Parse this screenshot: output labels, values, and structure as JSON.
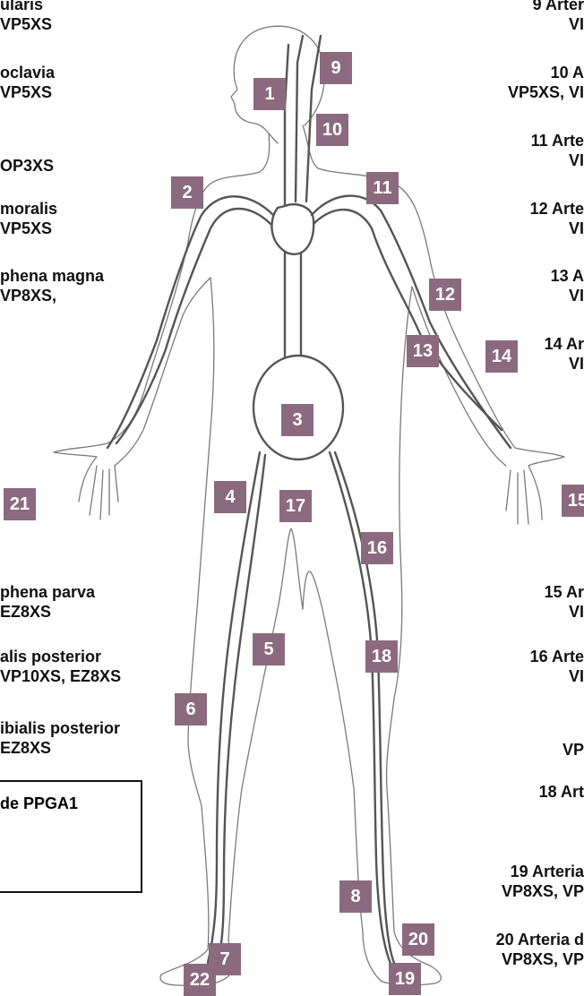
{
  "left_labels": [
    {
      "id": "l1",
      "lines": [
        "ularis",
        "VP5XS"
      ]
    },
    {
      "id": "l2",
      "lines": [
        "oclavia",
        "VP5XS"
      ]
    },
    {
      "id": "l3",
      "lines": [
        "OP3XS"
      ]
    },
    {
      "id": "l4",
      "lines": [
        "moralis",
        "VP5XS"
      ]
    },
    {
      "id": "l5",
      "lines": [
        "phena magna",
        "VP8XS,"
      ]
    },
    {
      "id": "l6",
      "lines": [
        "phena parva",
        "EZ8XS"
      ]
    },
    {
      "id": "l7",
      "lines": [
        "alis posterior",
        "VP10XS, EZ8XS"
      ]
    },
    {
      "id": "l8",
      "lines": [
        "ibialis posterior",
        "EZ8XS"
      ]
    }
  ],
  "right_labels": [
    {
      "id": "r9",
      "lines": [
        "9  Arter",
        "VI"
      ]
    },
    {
      "id": "r10",
      "lines": [
        "10  A",
        "VP5XS, VI"
      ]
    },
    {
      "id": "r11",
      "lines": [
        "11  Arte",
        "VI"
      ]
    },
    {
      "id": "r12",
      "lines": [
        "12  Arte",
        "VI"
      ]
    },
    {
      "id": "r13",
      "lines": [
        "13  A",
        "VI"
      ]
    },
    {
      "id": "r14",
      "lines": [
        "14  Ar",
        "VI"
      ]
    },
    {
      "id": "r15",
      "lines": [
        "15  Ar",
        "VI"
      ]
    },
    {
      "id": "r16",
      "lines": [
        "16  Arte",
        "VI"
      ]
    },
    {
      "id": "r17",
      "lines": [
        "VP"
      ]
    },
    {
      "id": "r18",
      "lines": [
        "18  Art"
      ]
    },
    {
      "id": "r19",
      "lines": [
        "19  Arteria",
        "VP8XS, VP"
      ]
    },
    {
      "id": "r20",
      "lines": [
        "20  Arteria d",
        "VP8XS, VP"
      ]
    }
  ],
  "legend": {
    "text": "de PPGA1"
  },
  "badges": [
    "1",
    "2",
    "3",
    "4",
    "5",
    "6",
    "7",
    "8",
    "9",
    "10",
    "11",
    "12",
    "13",
    "14",
    "15",
    "16",
    "17",
    "18",
    "19",
    "20",
    "21",
    "22"
  ],
  "colors": {
    "badge": "#8b6a7f",
    "vessel": "#555555",
    "outline": "#777777"
  }
}
